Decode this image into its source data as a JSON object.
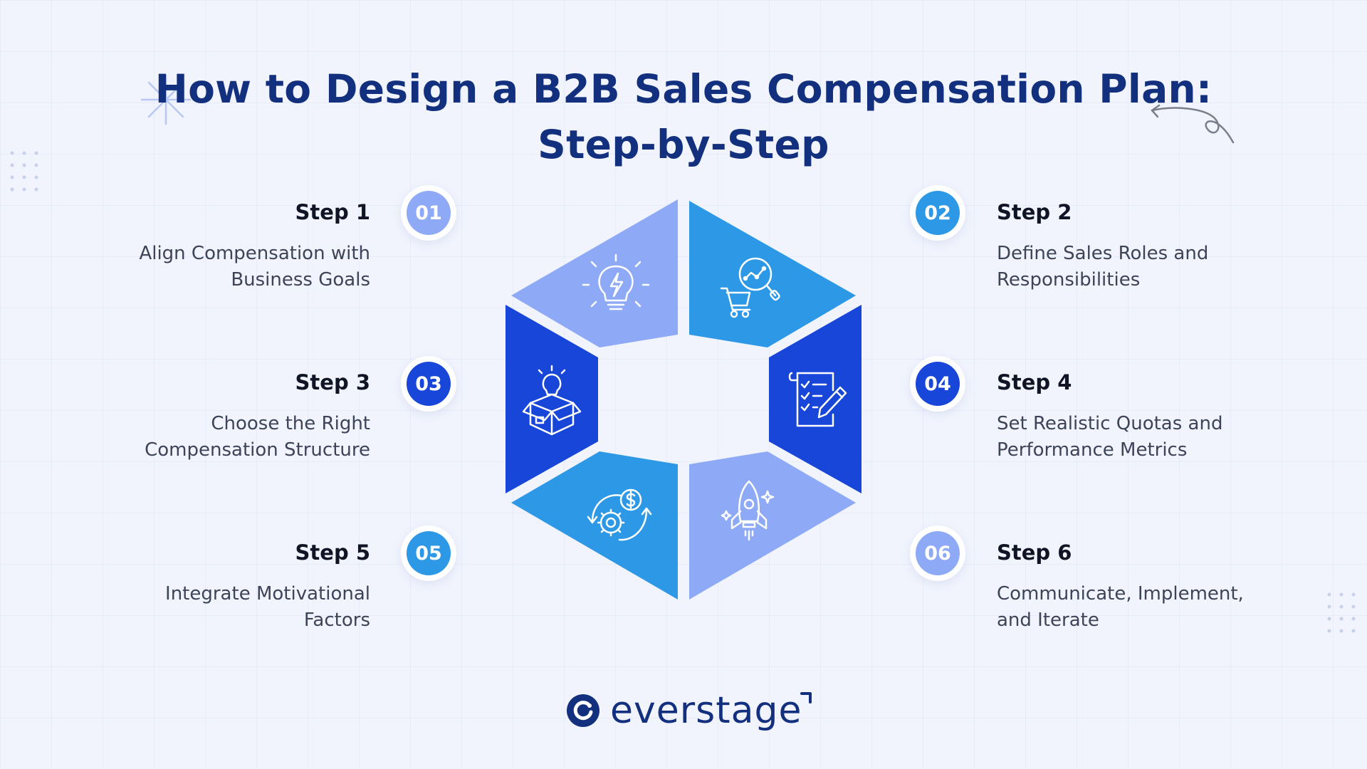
{
  "title": {
    "line1": "How to Design a B2B Sales Compensation Plan:",
    "line2": "Step-by-Step"
  },
  "steps": [
    {
      "number": "01",
      "title": "Step 1",
      "desc_line1": "Align Compensation with",
      "desc_line2": "Business Goals",
      "color": "#8eaaf7",
      "icon": "lightbulb-bolt-icon"
    },
    {
      "number": "02",
      "title": "Step 2",
      "desc_line1": "Define Sales Roles and",
      "desc_line2": "Responsibilities",
      "color": "#2c98e6",
      "icon": "shopping-cart-analytics-icon"
    },
    {
      "number": "03",
      "title": "Step 3",
      "desc_line1": "Choose the Right",
      "desc_line2": "Compensation Structure",
      "color": "#1746d8",
      "icon": "idea-box-icon"
    },
    {
      "number": "04",
      "title": "Step 4",
      "desc_line1": "Set Realistic Quotas and",
      "desc_line2": "Performance Metrics",
      "color": "#1746d8",
      "icon": "checklist-pencil-icon"
    },
    {
      "number": "05",
      "title": "Step 5",
      "desc_line1": "Integrate Motivational",
      "desc_line2": "Factors",
      "color": "#2c98e6",
      "icon": "gear-dollar-cycle-icon"
    },
    {
      "number": "06",
      "title": "Step 6",
      "desc_line1": "Communicate, Implement,",
      "desc_line2": "and Iterate",
      "color": "#8eaaf7",
      "icon": "rocket-icon"
    }
  ],
  "logo": {
    "text": "everstage"
  }
}
